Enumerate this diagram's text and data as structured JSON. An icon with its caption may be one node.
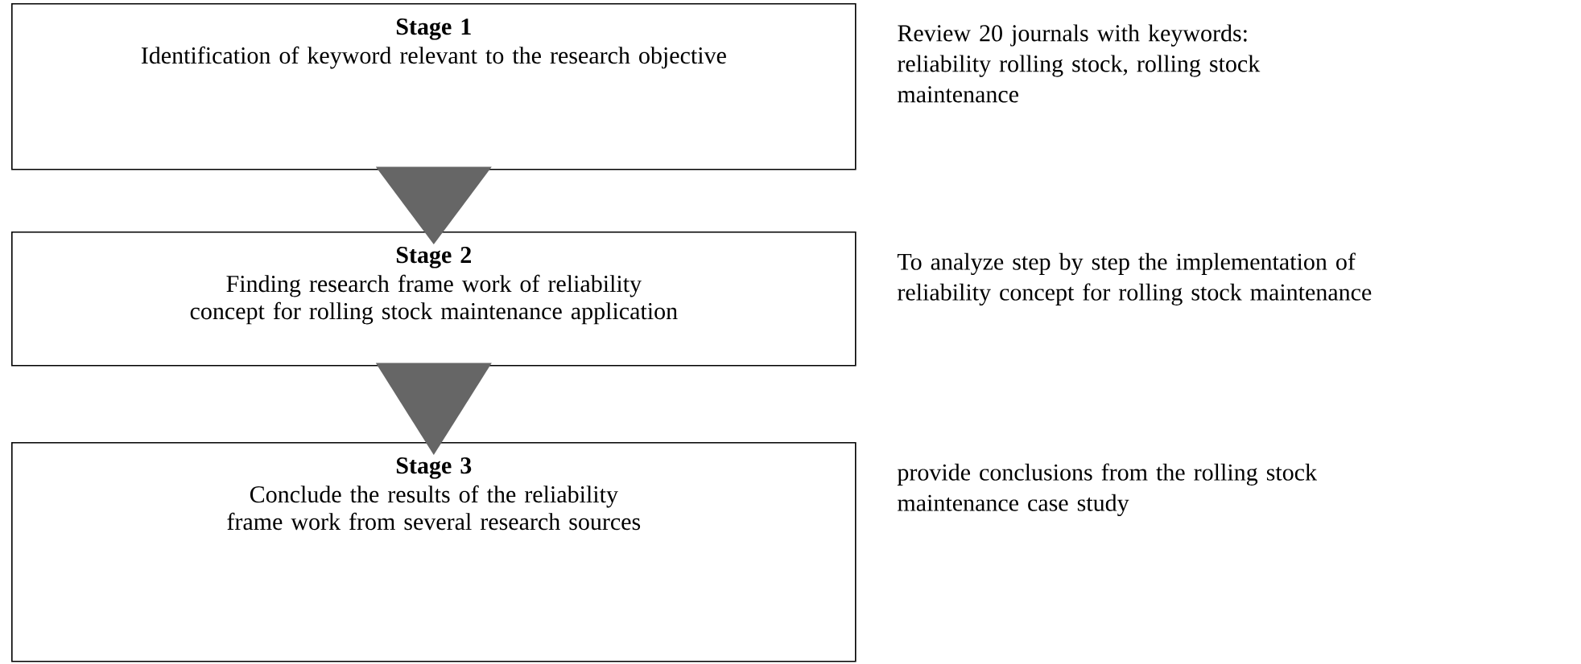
{
  "diagram": {
    "nodes": [
      {
        "text": [
          "Stage 1",
          "Identification of keyword relevant to the research objective"
        ],
        "beside": [
          "Review 20 journals with keywords: reliability rolling stock, rolling stock maintenance"
        ]
      },
      {
        "text": [
          "Stage 2",
          "Finding research frame work of reliability concept for rolling stock maintenance application"
        ],
        "beside": [
          "To analyze step by step the implementation of reliability concept for rolling stock maintenance"
        ]
      },
      {
        "text": [
          "Stage 3",
          "Conclude the results of the reliability frame work from several research sources"
        ],
        "beside": [
          "provide conclusions from the rolling stock maintenance case study"
        ]
      }
    ],
    "edges": [
      {
        "from": 0,
        "to": 1,
        "arrow": "to"
      },
      {
        "from": 1,
        "to": 2,
        "arrow": "to"
      }
    ]
  }
}
